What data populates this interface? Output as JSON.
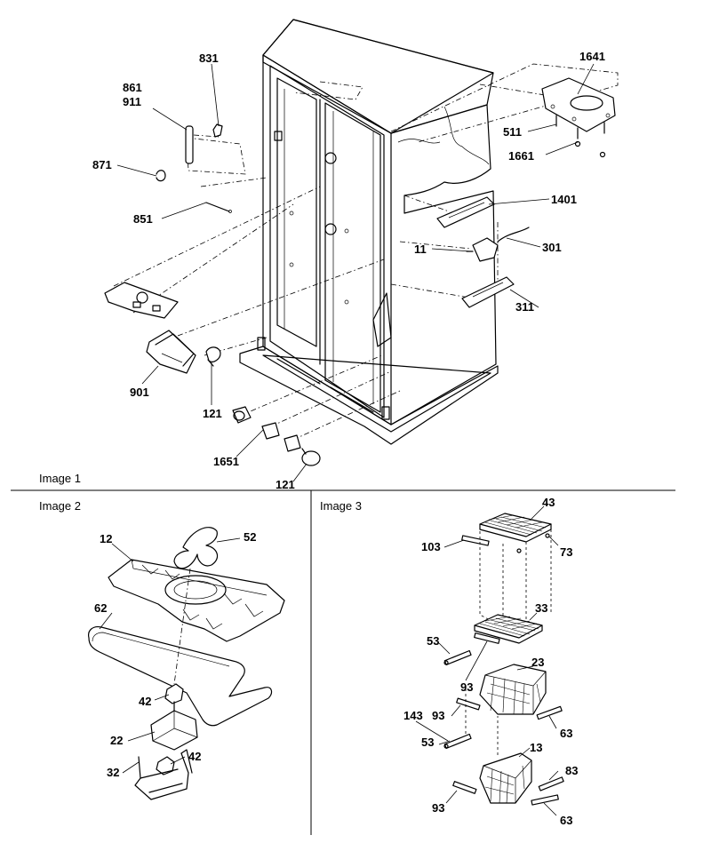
{
  "panels": {
    "image1": {
      "label": "Image 1"
    },
    "image2": {
      "label": "Image 2"
    },
    "image3": {
      "label": "Image 3"
    }
  },
  "callouts": {
    "c831": "831",
    "c861": "861",
    "c911": "911",
    "c871": "871",
    "c851": "851",
    "c901": "901",
    "c121a": "121",
    "c1651": "1651",
    "c121b": "121",
    "c1641": "1641",
    "c511": "511",
    "c1661": "1661",
    "c1401": "1401",
    "c11": "11",
    "c301": "301",
    "c311": "311",
    "c12": "12",
    "c52": "52",
    "c62": "62",
    "c42a": "42",
    "c22": "22",
    "c42b": "42",
    "c32": "32",
    "c43": "43",
    "c103": "103",
    "c73": "73",
    "c33": "33",
    "c53a": "53",
    "c93a": "93",
    "c23": "23",
    "c143": "143",
    "c93b": "93",
    "c63a": "63",
    "c53b": "53",
    "c13": "13",
    "c83": "83",
    "c93c": "93",
    "c63b": "63"
  }
}
